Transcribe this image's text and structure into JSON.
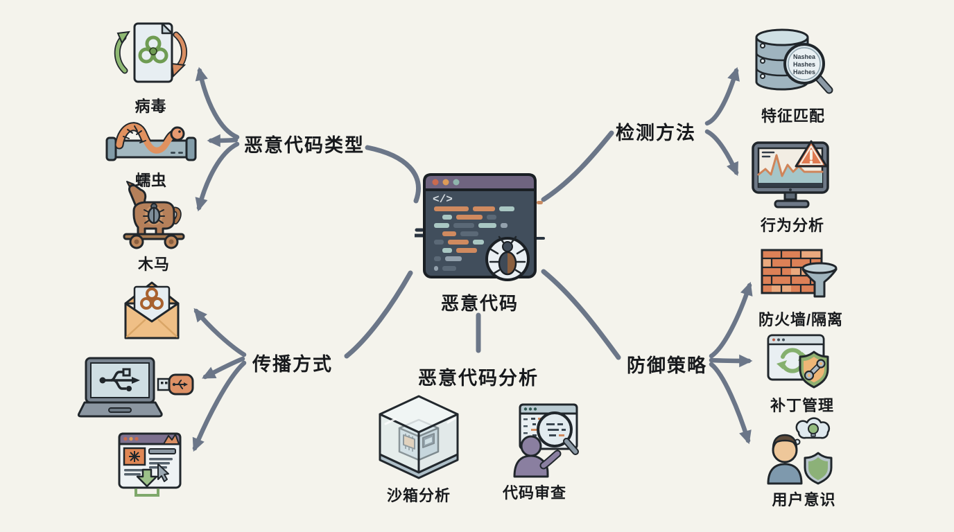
{
  "canvas": {
    "background": "#f4f3ec"
  },
  "colors": {
    "connector": "#6b7688",
    "outline": "#20262b",
    "label_text": "#17191c"
  },
  "center": {
    "label": "恶意代码",
    "code_symbol": "</>"
  },
  "branches": {
    "types": {
      "label": "恶意代码类型"
    },
    "propagation": {
      "label": "传播方式"
    },
    "analysis": {
      "label": "恶意代码分析"
    },
    "detection": {
      "label": "检测方法"
    },
    "defense": {
      "label": "防御策略"
    }
  },
  "leaves": {
    "virus": {
      "label": "病毒"
    },
    "worm": {
      "label": "蠕虫"
    },
    "trojan": {
      "label": "木马"
    },
    "signature": {
      "label": "特征匹配",
      "magnifier_lines": [
        "Nashea",
        "Hashes",
        "Haches"
      ]
    },
    "behavior": {
      "label": "行为分析"
    },
    "firewall": {
      "label": "防火墙/隔离"
    },
    "patch": {
      "label": "补丁管理"
    },
    "awareness": {
      "label": "用户意识"
    },
    "sandbox": {
      "label": "沙箱分析"
    },
    "review": {
      "label": "代码审查"
    }
  }
}
